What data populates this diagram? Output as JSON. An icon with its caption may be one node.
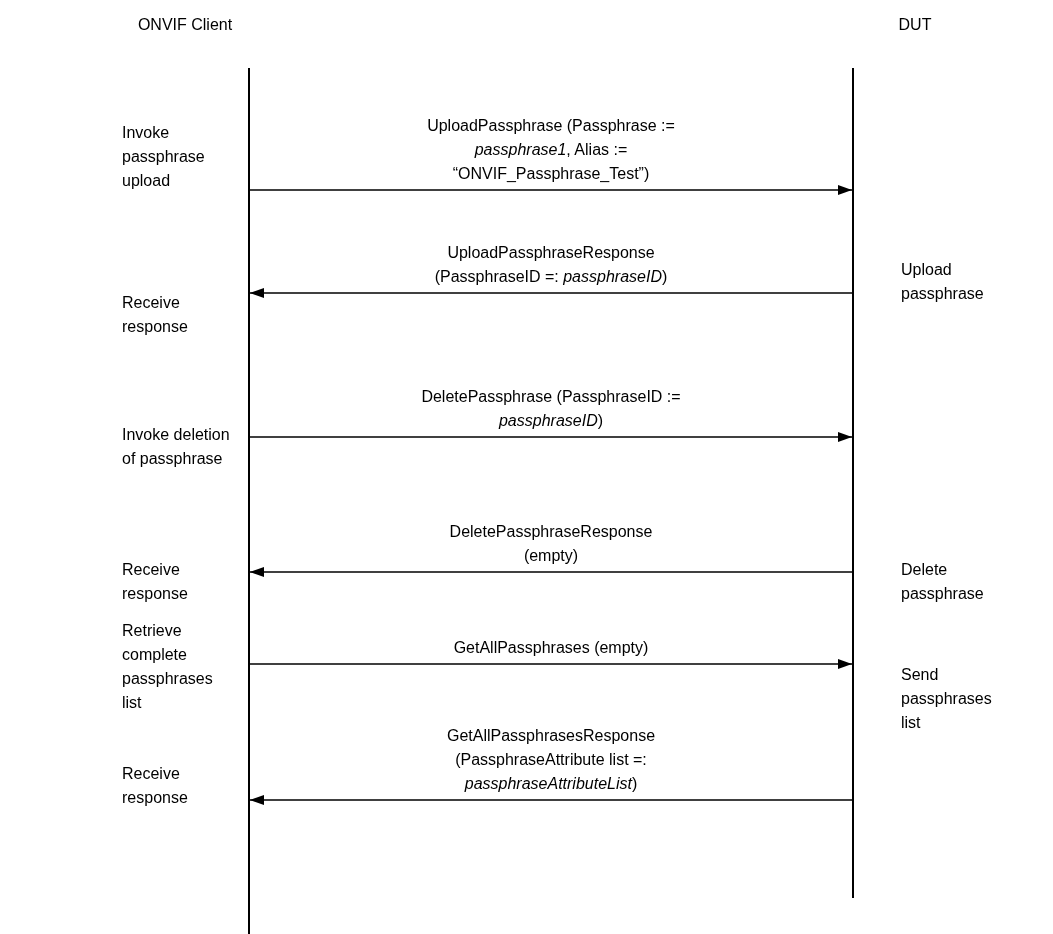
{
  "diagram": {
    "nodes": [
      {
        "text": [
          "ONVIF Client"
        ]
      },
      {
        "text": [
          "DUT"
        ]
      },
      {
        "text": [],
        "shape": "bar"
      },
      {
        "text": [],
        "shape": "bar"
      }
    ],
    "edges": [
      {
        "from": 2,
        "to": 3,
        "arrow": "to",
        "label": "UploadPassphrase (Passphrase := *passphrase1*, Alias := “ONVIF_Passphrase_Test”)"
      },
      {
        "from": 3,
        "to": 2,
        "arrow": "to",
        "label": "UploadPassphraseResponse (PassphraseID =: *passphraseID*)"
      },
      {
        "from": 2,
        "to": 3,
        "arrow": "to",
        "label": "DeletePassphrase (PassphraseID := *passphraseID*)"
      },
      {
        "from": 3,
        "to": 2,
        "arrow": "to",
        "label": "DeletePassphraseResponse (empty)"
      },
      {
        "from": 2,
        "to": 3,
        "arrow": "to",
        "label": "GetAllPassphrases (empty)"
      },
      {
        "from": 3,
        "to": 2,
        "arrow": "to",
        "label": "GetAllPassphrasesResponse (PassphraseAttribute list =: *passphraseAttributeList*)"
      }
    ],
    "labels": [
      "Invoke passphrase upload",
      "Upload passphrase",
      "Receive response",
      "Invoke deletion of passphrase",
      "Delete passphrase",
      "Receive response",
      "Retrieve complete passphrases list",
      "Send passphrases list",
      "Receive response"
    ]
  }
}
